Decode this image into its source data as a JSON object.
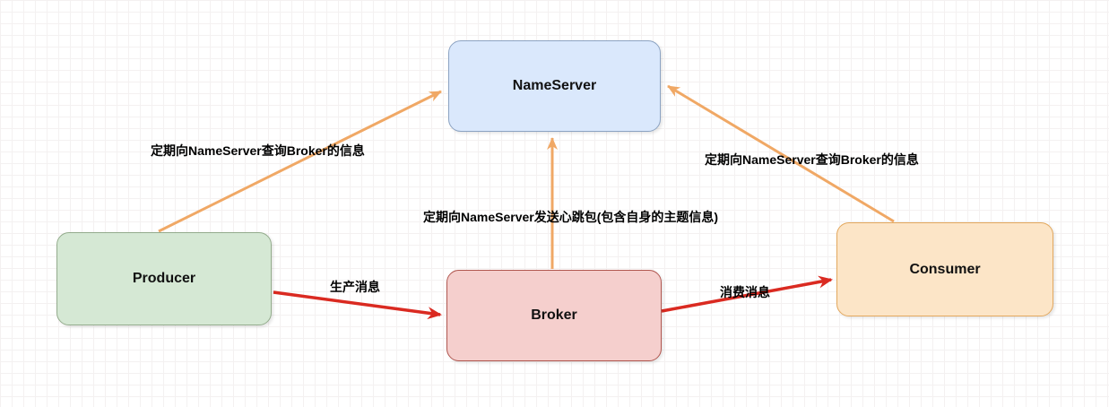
{
  "diagram": {
    "title": "RocketMQ architecture diagram",
    "nodes": {
      "nameserver": {
        "label": "NameServer",
        "fill": "#dae8fc",
        "border": "#8ca3c2"
      },
      "producer": {
        "label": "Producer",
        "fill": "#d5e8d4",
        "border": "#93ab8c"
      },
      "broker": {
        "label": "Broker",
        "fill": "#f5cfcd",
        "border": "#b0564f"
      },
      "consumer": {
        "label": "Consumer",
        "fill": "#fce5c7",
        "border": "#e3a85e"
      }
    },
    "edges": {
      "producer_nameserver": {
        "label": "定期向NameServer查询Broker的信息"
      },
      "broker_nameserver": {
        "label": "定期向NameServer发送心跳包(包含自身的主题信息)"
      },
      "consumer_nameserver": {
        "label": "定期向NameServer查询Broker的信息"
      },
      "producer_broker": {
        "label": "生产消息"
      },
      "broker_consumer": {
        "label": "消费消息"
      }
    },
    "colors": {
      "heartbeat_arrow": "#f0a865",
      "message_arrow": "#da2a21",
      "label_text": "#000000",
      "grid_line": "#f4f1f1"
    }
  }
}
